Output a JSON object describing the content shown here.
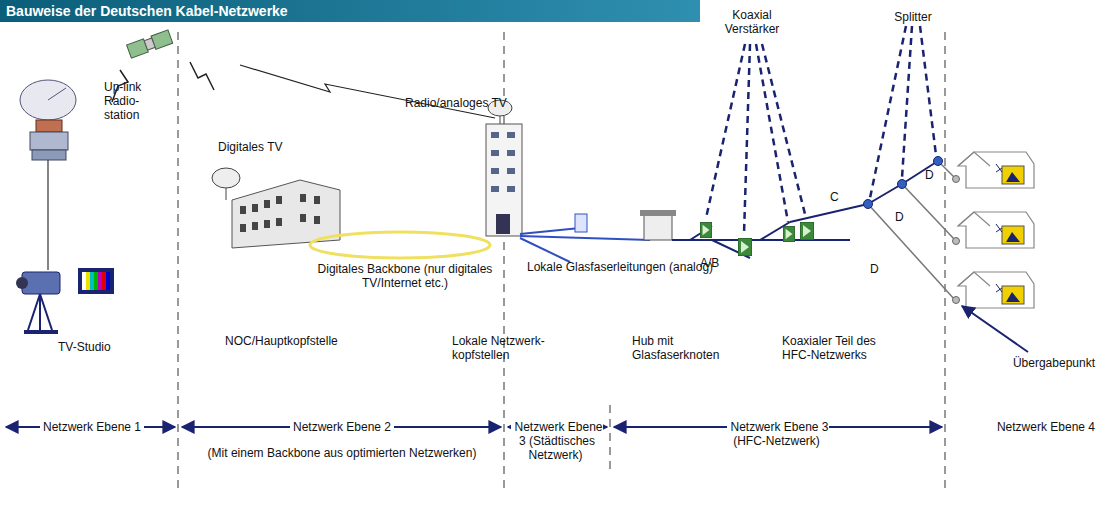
{
  "diagram": {
    "title": "Bauweise der Deutschen Kabel-Netzwerke",
    "labels": [
      "Koaxial Verstärker",
      "Splitter",
      "Radio/analoges TV",
      "Digitales TV",
      "Up-link Radio-station",
      "A/B",
      "C",
      "D",
      "D",
      "D",
      "Digitales Backbone (nur digitales TV/Internet etc.)",
      "Lokale Glasfaserleitungen (analog)",
      "TV-Studio",
      "NOC/Hauptkopfstelle",
      "Lokale Netzwerk-kopfstellen",
      "Hub mit Glasfaserknoten",
      "Koaxialer Teil des HFC-Netzwerks",
      "Übergabepunkt",
      "Netzwerk Ebene 1",
      "Netzwerk Ebene 2",
      "Netzwerk Ebene 3 (Städtisches Netzwerk)",
      "Netzwerk Ebene 3 (HFC-Netzwerk)",
      "Netzwerk Ebene 4",
      "(Mit einem Backbone aus optimierten Netzwerken)"
    ]
  }
}
